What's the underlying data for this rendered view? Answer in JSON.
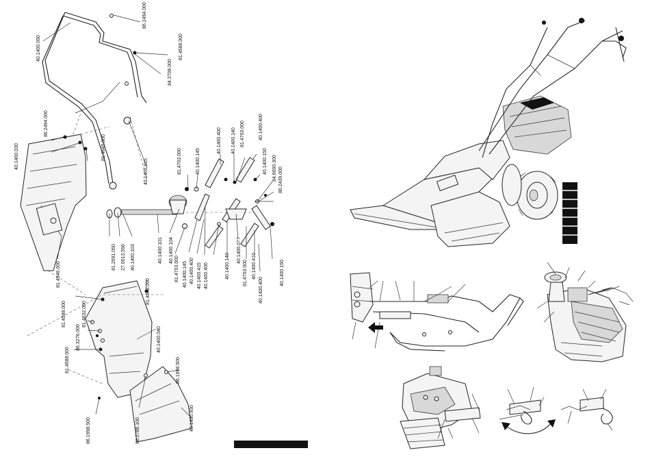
{
  "labels": {
    "l1": "40.1400.050",
    "l2": "86.2494.000",
    "l3": "81.4588.000",
    "l4": "84.3708.000",
    "l5": "86.2494.000",
    "l6": "81.4645.000",
    "l7": "40.1400.030",
    "l8": "40.1400.915",
    "l9": "81.4703.000",
    "l10": "40.1400.145",
    "l11": "40.1400.400",
    "l12": "40.1400.140",
    "l13": "81.4703.000",
    "l14": "40.1400.400",
    "l15": "40.1400.150",
    "l16": "84.6000.300",
    "l17": "86.2439.000",
    "l18": "81.2591.050",
    "l19": "27.0013.556",
    "l20": "40.1400.103",
    "l21": "40.1400.101",
    "l22": "40.1400.104",
    "l23": "81.4703.000",
    "l24": "40.1400.145",
    "l25": "40.1400.400",
    "l26": "40.1400.415",
    "l27": "40.1400.400",
    "l28": "40.1400.140",
    "l29": "40.1400.077",
    "l30": "81.4703.000",
    "l31": "40.1400.410",
    "l32": "40.1400.400",
    "l33": "40.1400.150",
    "l34": "81.4546.000",
    "l35": "81.4588.000",
    "l36": "81.4632.000",
    "l37": "86.3276.000",
    "l38": "81.4588.000",
    "l39": "81.4548.000",
    "l40": "40.1400.040",
    "l41": "86.1998.500",
    "l42": "86.1998.500",
    "l43": "86.2786.100",
    "l44": "40.1400.930"
  },
  "colors": {
    "ink": "#111111",
    "paper": "#ffffff"
  },
  "icons": [
    "mower-illustration",
    "rotation-arrow-icon",
    "direction-arrow-icon"
  ]
}
